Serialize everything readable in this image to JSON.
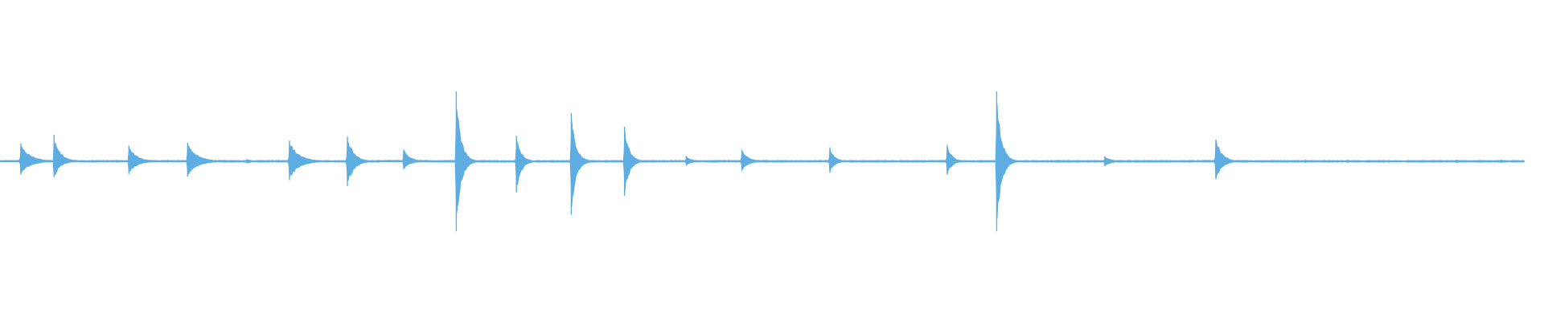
{
  "waveform": {
    "color": "#5dade2",
    "background": "#ffffff",
    "duration_fraction_drawn": 0.9875,
    "transients": [
      {
        "t": 0.0135,
        "amp": 0.22,
        "decay": 0.006,
        "asym": 0.15
      },
      {
        "t": 0.035,
        "amp": 0.3,
        "decay": 0.004,
        "asym": 0.25
      },
      {
        "t": 0.0835,
        "amp": 0.2,
        "decay": 0.005,
        "asym": 0.1
      },
      {
        "t": 0.1215,
        "amp": 0.24,
        "decay": 0.006,
        "asym": 0.1
      },
      {
        "t": 0.16,
        "amp": 0.03,
        "decay": 0.003,
        "asym": 0.0
      },
      {
        "t": 0.1875,
        "amp": 0.28,
        "decay": 0.006,
        "asym": 0.05
      },
      {
        "t": 0.225,
        "amp": 0.35,
        "decay": 0.004,
        "asym": 0.0
      },
      {
        "t": 0.2615,
        "amp": 0.14,
        "decay": 0.004,
        "asym": 0.2
      },
      {
        "t": 0.2955,
        "amp": 0.99,
        "decay": 0.003,
        "asym": 0.0
      },
      {
        "t": 0.3345,
        "amp": 0.4,
        "decay": 0.003,
        "asym": -0.1
      },
      {
        "t": 0.37,
        "amp": 0.72,
        "decay": 0.003,
        "asym": -0.05
      },
      {
        "t": 0.4045,
        "amp": 0.49,
        "decay": 0.003,
        "asym": 0.0
      },
      {
        "t": 0.4445,
        "amp": 0.07,
        "decay": 0.003,
        "asym": 0.1
      },
      {
        "t": 0.4805,
        "amp": 0.15,
        "decay": 0.004,
        "asym": 0.1
      },
      {
        "t": 0.5375,
        "amp": 0.18,
        "decay": 0.003,
        "asym": 0.1
      },
      {
        "t": 0.6135,
        "amp": 0.21,
        "decay": 0.003,
        "asym": 0.1
      },
      {
        "t": 0.6455,
        "amp": 0.99,
        "decay": 0.003,
        "asym": 0.0
      },
      {
        "t": 0.7155,
        "amp": 0.07,
        "decay": 0.004,
        "asym": 0.0
      },
      {
        "t": 0.7875,
        "amp": 0.28,
        "decay": 0.004,
        "asym": 0.1
      },
      {
        "t": 0.845,
        "amp": 0.02,
        "decay": 0.003,
        "asym": 0.0
      },
      {
        "t": 0.943,
        "amp": 0.02,
        "decay": 0.003,
        "asym": 0.0
      },
      {
        "t": 0.972,
        "amp": 0.02,
        "decay": 0.005,
        "asym": 0.0
      }
    ]
  }
}
